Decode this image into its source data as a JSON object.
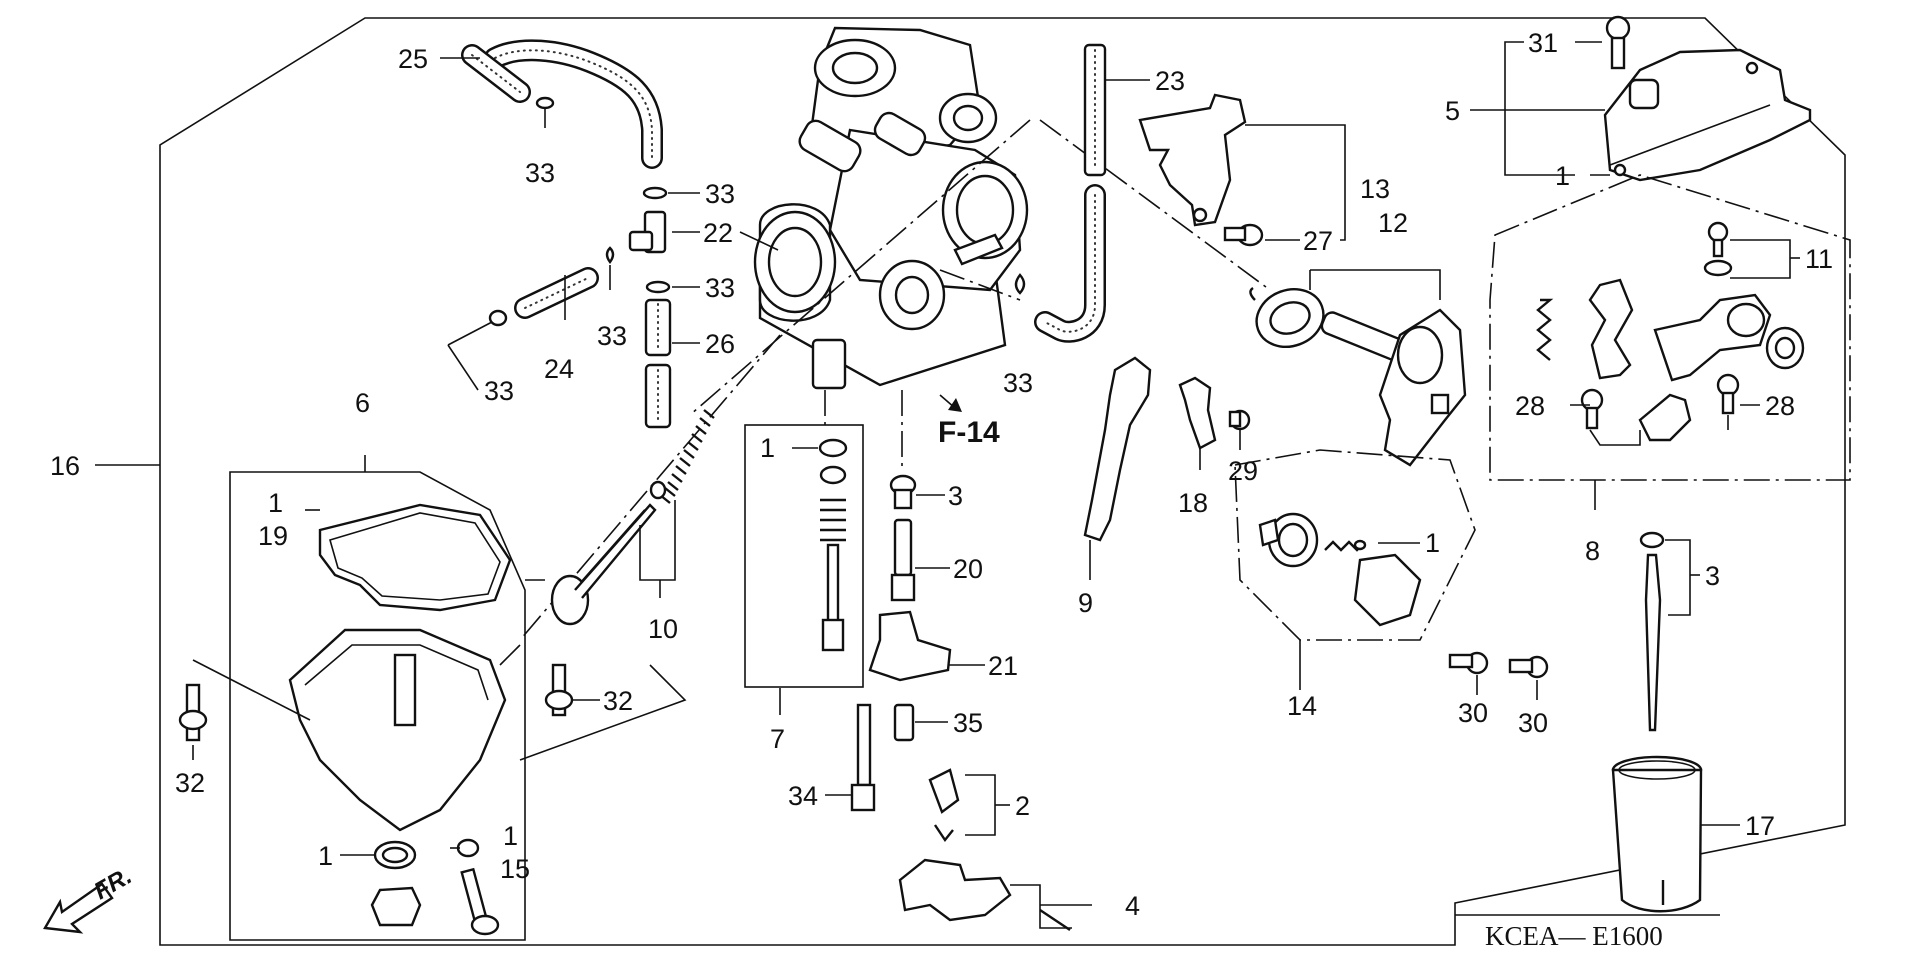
{
  "diagram": {
    "drawing_code": "KCEA— E1600",
    "reference": "F-14",
    "direction_label": "FR.",
    "callouts": {
      "c1_float_top": "1",
      "c1_jet": "1",
      "c1_chamber_left": "1",
      "c1_chamber_right": "1",
      "c1_diaphragm": "1",
      "c1_cover": "1",
      "c2": "2",
      "c3_needle_jet": "3",
      "c3_jet_needle": "3",
      "c4": "4",
      "c5": "5",
      "c6": "6",
      "c7": "7",
      "c8": "8",
      "c9": "9",
      "c10": "10",
      "c11": "11",
      "c12": "12",
      "c13": "13",
      "c14": "14",
      "c15": "15",
      "c16": "16",
      "c17": "17",
      "c18": "18",
      "c19": "19",
      "c20": "20",
      "c21": "21",
      "c22": "22",
      "c23": "23",
      "c24": "24",
      "c25": "25",
      "c26": "26",
      "c27": "27",
      "c28_left": "28",
      "c28_right": "28",
      "c29": "29",
      "c30_left": "30",
      "c30_right": "30",
      "c31": "31",
      "c32_left": "32",
      "c32_right": "32",
      "c33_hose25": "33",
      "c33_top": "33",
      "c33_mid": "33",
      "c33_hose24_left": "33",
      "c33_hose24_right": "33",
      "c33_body": "33",
      "c34": "34",
      "c35": "35"
    }
  }
}
